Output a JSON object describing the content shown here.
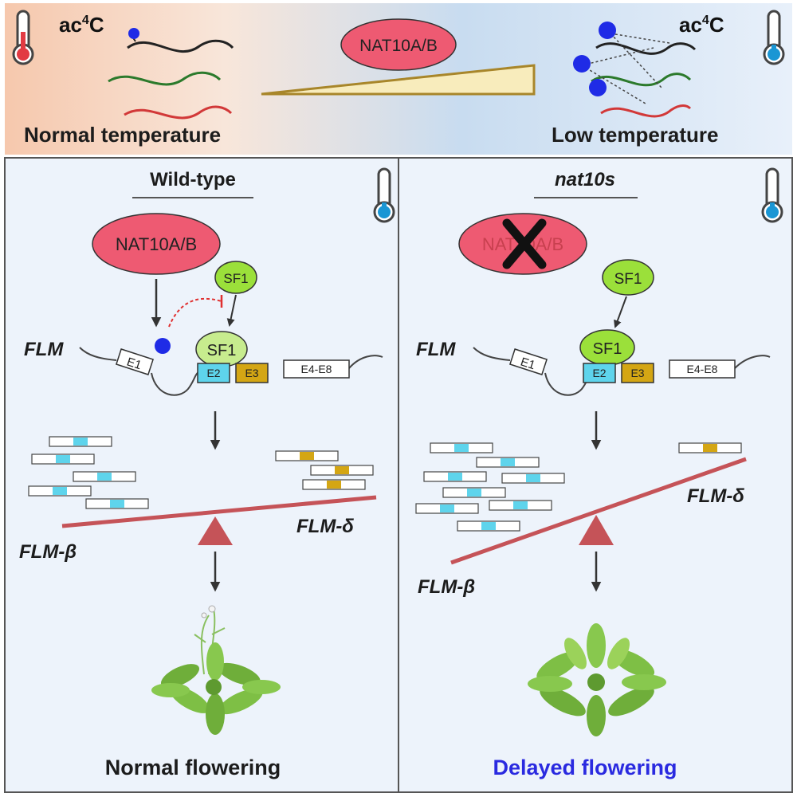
{
  "top": {
    "left_label": "Normal temperature",
    "right_label": "Low temperature",
    "mod_left": "ac",
    "mod_sup": "4",
    "mod_right": "C",
    "enzyme": "NAT10A/B"
  },
  "left_panel": {
    "title": "Wild-type",
    "enzyme": "NAT10A/B",
    "factor": "SF1",
    "gene": "FLM",
    "exons": {
      "e1": "E1",
      "e2": "E2",
      "e3": "E3",
      "e48": "E4-E8"
    },
    "isoform_beta": "FLM-β",
    "isoform_delta": "FLM-δ",
    "outcome": "Normal flowering"
  },
  "right_panel": {
    "title": "nat10s",
    "enzyme": "NAT10A/B",
    "factor": "SF1",
    "gene": "FLM",
    "exons": {
      "e1": "E1",
      "e2": "E2",
      "e3": "E3",
      "e48": "E4-E8"
    },
    "isoform_beta": "FLM-β",
    "isoform_delta": "FLM-δ",
    "outcome": "Delayed flowering"
  },
  "colors": {
    "enzyme_fill": "#ee5a72",
    "sf1_fill": "#9be03a",
    "exon2_fill": "#5ed4ec",
    "exon3_fill": "#d4a614",
    "ac4c_mark": "#1f2be6",
    "seesaw": "#c55358",
    "delayed_text": "#2a2ae0"
  }
}
